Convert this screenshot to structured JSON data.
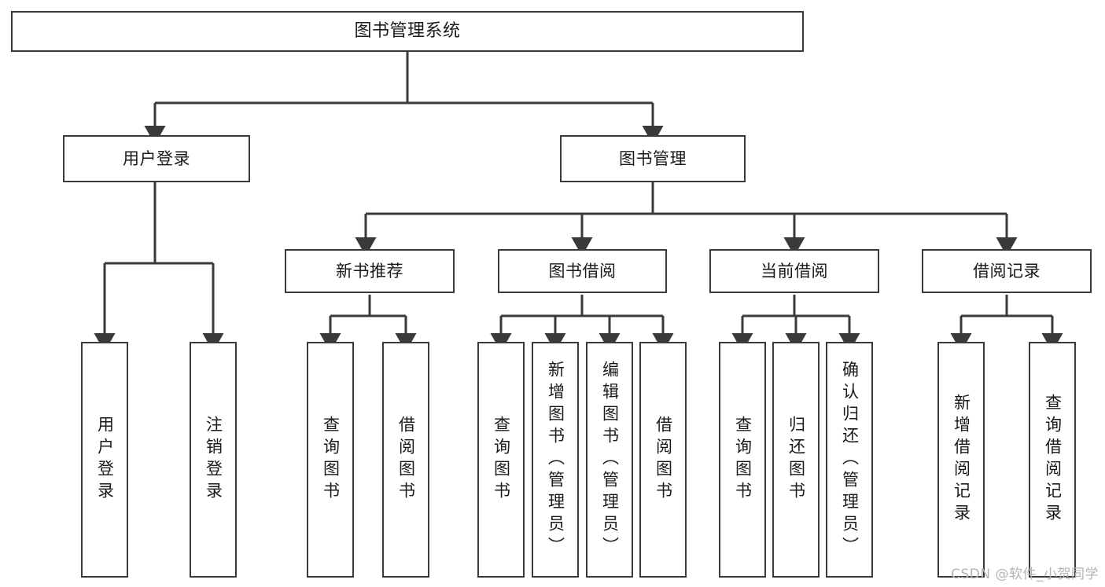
{
  "diagram": {
    "title": "图书管理系统",
    "type": "tree",
    "background_color": "#ffffff",
    "node_border_color": "#3a3a3a",
    "node_fill_color": "#ffffff",
    "text_color": "#1a1a1a",
    "watermark": "CSDN @软件_小贺同学",
    "watermark_color": "#b4b4b4",
    "levels": [
      {
        "level": 1,
        "nodes": [
          {
            "id": "root",
            "label": "图书管理系统",
            "orientation": "horizontal"
          }
        ]
      },
      {
        "level": 2,
        "nodes": [
          {
            "id": "user-login",
            "label": "用户登录",
            "orientation": "horizontal",
            "parent": "root"
          },
          {
            "id": "book-manage",
            "label": "图书管理",
            "orientation": "horizontal",
            "parent": "root"
          }
        ]
      },
      {
        "level": 3,
        "nodes": [
          {
            "id": "new-book-rec",
            "label": "新书推荐",
            "orientation": "horizontal",
            "parent": "book-manage"
          },
          {
            "id": "book-borrow",
            "label": "图书借阅",
            "orientation": "horizontal",
            "parent": "book-manage"
          },
          {
            "id": "current-borrow",
            "label": "当前借阅",
            "orientation": "horizontal",
            "parent": "book-manage"
          },
          {
            "id": "borrow-record",
            "label": "借阅记录",
            "orientation": "horizontal",
            "parent": "book-manage"
          }
        ]
      },
      {
        "level": 4,
        "nodes": [
          {
            "id": "leaf-user-login",
            "label": "用户登录",
            "orientation": "vertical",
            "parent": "user-login"
          },
          {
            "id": "leaf-user-logout",
            "label": "注销登录",
            "orientation": "vertical",
            "parent": "user-login"
          },
          {
            "id": "leaf-query-book-1",
            "label": "查询图书",
            "orientation": "vertical",
            "parent": "new-book-rec"
          },
          {
            "id": "leaf-borrow-book-1",
            "label": "借阅图书",
            "orientation": "vertical",
            "parent": "new-book-rec"
          },
          {
            "id": "leaf-query-book-2",
            "label": "查询图书",
            "orientation": "vertical",
            "parent": "book-borrow"
          },
          {
            "id": "leaf-add-book",
            "label": "新增图书（管理员）",
            "orientation": "vertical",
            "parent": "book-borrow"
          },
          {
            "id": "leaf-edit-book",
            "label": "编辑图书（管理员）",
            "orientation": "vertical",
            "parent": "book-borrow"
          },
          {
            "id": "leaf-borrow-book-2",
            "label": "借阅图书",
            "orientation": "vertical",
            "parent": "book-borrow"
          },
          {
            "id": "leaf-query-book-3",
            "label": "查询图书",
            "orientation": "vertical",
            "parent": "current-borrow"
          },
          {
            "id": "leaf-return-book",
            "label": "归还图书",
            "orientation": "vertical",
            "parent": "current-borrow"
          },
          {
            "id": "leaf-confirm-return",
            "label": "确认归还（管理员）",
            "orientation": "vertical",
            "parent": "current-borrow"
          },
          {
            "id": "leaf-add-record",
            "label": "新增借阅记录",
            "orientation": "vertical",
            "parent": "borrow-record"
          },
          {
            "id": "leaf-query-record",
            "label": "查询借阅记录",
            "orientation": "vertical",
            "parent": "borrow-record"
          }
        ]
      }
    ]
  }
}
